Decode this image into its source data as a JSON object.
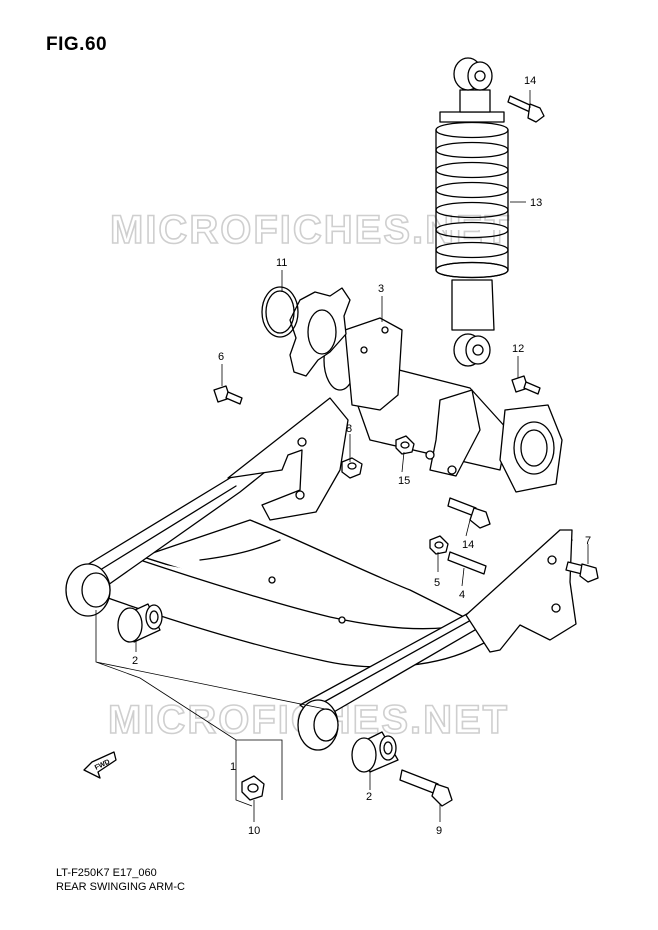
{
  "figure": {
    "title": "FIG.60"
  },
  "watermark": "MICROFICHES.NET",
  "fwd_label": "FWD",
  "callouts": [
    "1",
    "2",
    "2",
    "3",
    "4",
    "5",
    "6",
    "7",
    "8",
    "9",
    "10",
    "11",
    "12",
    "13",
    "14",
    "14",
    "15"
  ],
  "caption": {
    "model_code": "LT-F250K7 E17_060",
    "section": "REAR SWINGING ARM-C"
  }
}
